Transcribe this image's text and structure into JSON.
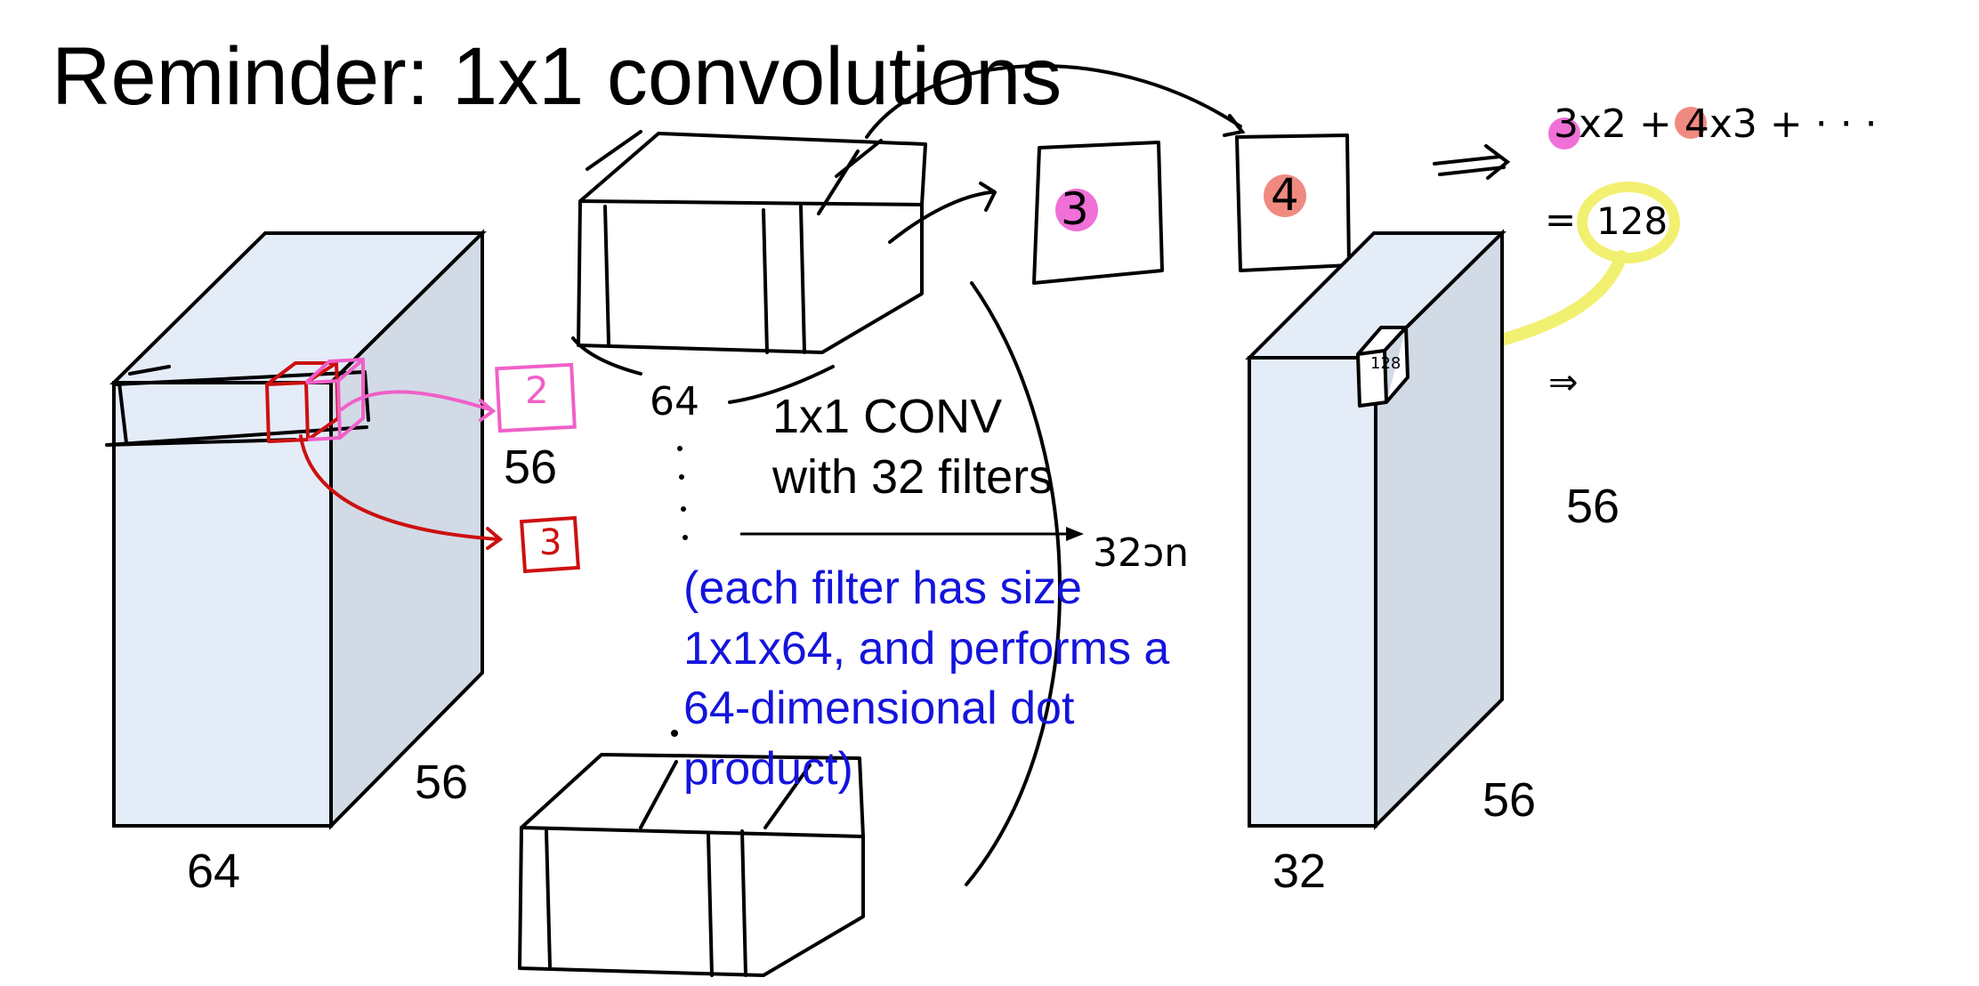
{
  "title": "Reminder: 1x1 convolutions",
  "input_volume": {
    "depth": "64",
    "height": "56",
    "width": "56",
    "fill": "#e4ecf8",
    "side_fill": "#d2dae6"
  },
  "output_volume": {
    "depth": "32",
    "height": "56",
    "width": "56",
    "fill": "#e4ecf8",
    "side_fill": "#d2dae6"
  },
  "operation": {
    "line1": "1x1 CONV",
    "line2": "with 32 filters"
  },
  "note": "(each filter has size 1x1x64, and performs a 64-dimensional dot product)",
  "handwriting": {
    "pink_value": "2",
    "red_value": "3",
    "depth_label": "64",
    "ellipsis": ":",
    "filter_count": "32ↄn",
    "filter_value_1": "3",
    "filter_value_2": "4",
    "equation": "3x2 + 4x3 + · · ·",
    "result_prefix": "=",
    "result": "128",
    "cell_value": "128",
    "implies_1": "⇒",
    "implies_2": "⇒"
  },
  "colors": {
    "ink": "#000000",
    "pink": "#f060c8",
    "red": "#cc1010",
    "highlight_pink": "#f070d8",
    "highlight_salmon": "#f08a80",
    "highlight_yellow": "#f2f070",
    "note_blue": "#1414dc"
  }
}
